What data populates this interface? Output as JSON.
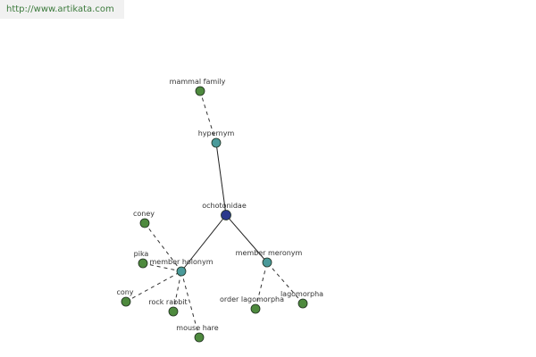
{
  "header": {
    "url": "http://www.artikata.com"
  },
  "colors": {
    "center": "#2b3a8c",
    "relation": "#4a9a9a",
    "leaf": "#4e8a3e"
  },
  "graph": {
    "nodes": [
      {
        "id": "mammal-family",
        "label": "mammal family",
        "kind": "leaf"
      },
      {
        "id": "hypernym",
        "label": "hypernym",
        "kind": "relation"
      },
      {
        "id": "ochotonidae",
        "label": "ochotonidae",
        "kind": "center"
      },
      {
        "id": "member-holonym",
        "label": "member holonym",
        "kind": "relation"
      },
      {
        "id": "member-meronym",
        "label": "member meronym",
        "kind": "relation"
      },
      {
        "id": "coney",
        "label": "coney",
        "kind": "leaf"
      },
      {
        "id": "pika",
        "label": "pika",
        "kind": "leaf"
      },
      {
        "id": "cony",
        "label": "cony",
        "kind": "leaf"
      },
      {
        "id": "rock-rabbit",
        "label": "rock rabbit",
        "kind": "leaf"
      },
      {
        "id": "mouse-hare",
        "label": "mouse hare",
        "kind": "leaf"
      },
      {
        "id": "order-lagomorpha",
        "label": "order lagomorpha",
        "kind": "leaf"
      },
      {
        "id": "lagomorpha",
        "label": "lagomorpha",
        "kind": "leaf"
      }
    ],
    "edges": [
      {
        "from": "mammal-family",
        "to": "hypernym",
        "style": "dashed"
      },
      {
        "from": "hypernym",
        "to": "ochotonidae",
        "style": "solid"
      },
      {
        "from": "ochotonidae",
        "to": "member-holonym",
        "style": "solid"
      },
      {
        "from": "ochotonidae",
        "to": "member-meronym",
        "style": "solid"
      },
      {
        "from": "coney",
        "to": "member-holonym",
        "style": "dashed"
      },
      {
        "from": "pika",
        "to": "member-holonym",
        "style": "dashed"
      },
      {
        "from": "cony",
        "to": "member-holonym",
        "style": "dashed"
      },
      {
        "from": "rock-rabbit",
        "to": "member-holonym",
        "style": "dashed"
      },
      {
        "from": "mouse-hare",
        "to": "member-holonym",
        "style": "dashed"
      },
      {
        "from": "order-lagomorpha",
        "to": "member-meronym",
        "style": "dashed"
      },
      {
        "from": "lagomorpha",
        "to": "member-meronym",
        "style": "dashed"
      }
    ]
  }
}
